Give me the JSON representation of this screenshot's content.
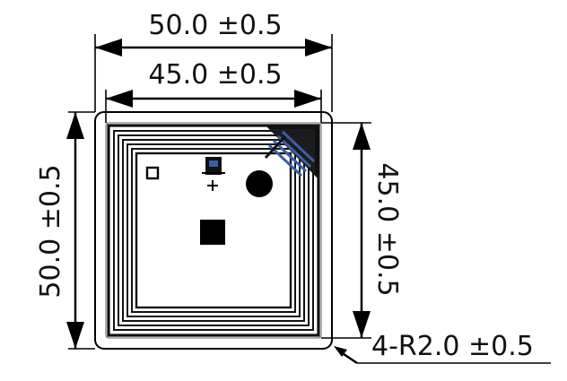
{
  "dimensions": {
    "outer_width": "50.0 ±0.5",
    "inner_width": "45.0 ±0.5",
    "outer_height": "50.0 ±0.5",
    "inner_height": "45.0 ±0.5",
    "corner_radius": "4-R2.0 ±0.5"
  },
  "colors": {
    "outline": "#000000",
    "coil": "#111111",
    "bridge": "#3a5fa8",
    "background": "#ffffff"
  }
}
